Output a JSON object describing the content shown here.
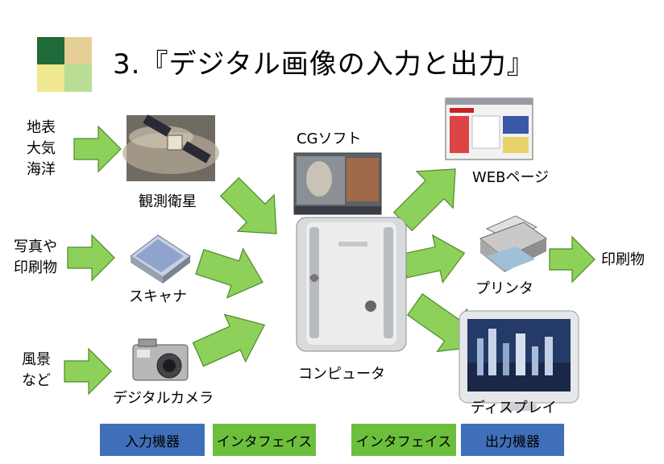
{
  "title": "3.『デジタル画像の入力と出力』",
  "inputs": {
    "satellite_source": "地表\n大気\n海洋",
    "satellite_label": "観測衛星",
    "scanner_source": "写真や\n印刷物",
    "scanner_label": "スキャナ",
    "camera_source": "風景\nなど",
    "camera_label": "デジタルカメラ"
  },
  "center": {
    "cg_label": "CGソフト",
    "computer_label": "コンピュータ"
  },
  "outputs": {
    "web_label": "WEBページ",
    "printer_label": "プリンタ",
    "print_output": "印刷物",
    "display_label": "ディスプレイ"
  },
  "bottom_bar": {
    "input_devices": "入力機器",
    "interface_left": "インタフェイス",
    "interface_right": "インタフェイス",
    "output_devices": "出力機器"
  },
  "colors": {
    "arrow_fill": "#8ed15a",
    "arrow_stroke": "#4d8a2a",
    "box_blue": "#3f6fb8",
    "box_green": "#6cbf3c",
    "logo_dark_green": "#1f6b3a",
    "logo_tan": "#e6cf95",
    "logo_yellow": "#efe88e",
    "logo_light_green": "#b9dd94"
  }
}
